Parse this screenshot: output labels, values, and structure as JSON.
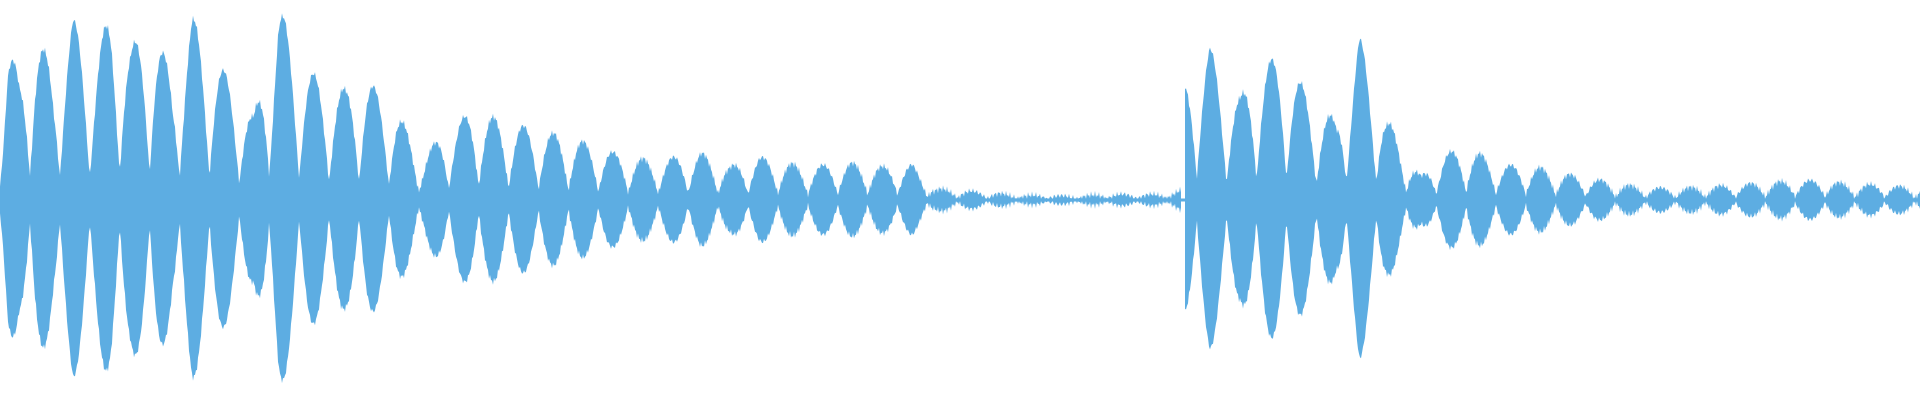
{
  "waveform": {
    "color": "#5dade2",
    "background": "#ffffff",
    "segments": [
      {
        "name": "phrase-1",
        "envelope": [
          [
            0.0,
            0.45
          ],
          [
            0.004,
            0.8
          ],
          [
            0.01,
            0.62
          ],
          [
            0.018,
            0.86
          ],
          [
            0.028,
            0.66
          ],
          [
            0.038,
            0.92
          ],
          [
            0.048,
            0.72
          ],
          [
            0.058,
            0.95
          ],
          [
            0.068,
            0.78
          ],
          [
            0.08,
            0.88
          ],
          [
            0.09,
            0.62
          ],
          [
            0.1,
            0.93
          ],
          [
            0.112,
            0.72
          ],
          [
            0.122,
            0.58
          ],
          [
            0.132,
            0.42
          ],
          [
            0.145,
            1.0
          ],
          [
            0.156,
            0.7
          ],
          [
            0.168,
            0.6
          ],
          [
            0.18,
            0.56
          ],
          [
            0.19,
            0.62
          ],
          [
            0.206,
            0.46
          ],
          [
            0.22,
            0.22
          ],
          [
            0.232,
            0.35
          ],
          [
            0.247,
            0.46
          ],
          [
            0.262,
            0.4
          ],
          [
            0.279,
            0.36
          ],
          [
            0.3,
            0.31
          ],
          [
            0.32,
            0.24
          ],
          [
            0.34,
            0.2
          ],
          [
            0.365,
            0.24
          ],
          [
            0.38,
            0.17
          ],
          [
            0.395,
            0.22
          ],
          [
            0.42,
            0.17
          ],
          [
            0.442,
            0.19
          ],
          [
            0.46,
            0.17
          ],
          [
            0.475,
            0.18
          ],
          [
            0.487,
            0.06
          ],
          [
            0.5,
            0.05
          ],
          [
            0.515,
            0.04
          ],
          [
            0.53,
            0.025
          ],
          [
            0.545,
            0.025
          ],
          [
            0.56,
            0.02
          ],
          [
            0.575,
            0.03
          ],
          [
            0.59,
            0.03
          ],
          [
            0.605,
            0.03
          ],
          [
            0.615,
            0.05
          ]
        ]
      },
      {
        "name": "phrase-2",
        "envelope": [
          [
            0.617,
            0.6
          ],
          [
            0.623,
            0.7
          ],
          [
            0.63,
            0.78
          ],
          [
            0.638,
            0.58
          ],
          [
            0.646,
            0.52
          ],
          [
            0.656,
            0.7
          ],
          [
            0.668,
            0.72
          ],
          [
            0.683,
            0.52
          ],
          [
            0.696,
            0.4
          ],
          [
            0.708,
            0.83
          ],
          [
            0.722,
            0.42
          ],
          [
            0.74,
            0.12
          ],
          [
            0.752,
            0.24
          ],
          [
            0.766,
            0.26
          ],
          [
            0.782,
            0.18
          ],
          [
            0.8,
            0.17
          ],
          [
            0.818,
            0.13
          ],
          [
            0.835,
            0.1
          ],
          [
            0.852,
            0.07
          ],
          [
            0.87,
            0.06
          ],
          [
            0.89,
            0.07
          ],
          [
            0.905,
            0.08
          ],
          [
            0.92,
            0.09
          ],
          [
            0.935,
            0.1
          ],
          [
            0.95,
            0.1
          ],
          [
            0.965,
            0.08
          ],
          [
            0.98,
            0.08
          ],
          [
            1.0,
            0.06
          ]
        ]
      }
    ]
  }
}
